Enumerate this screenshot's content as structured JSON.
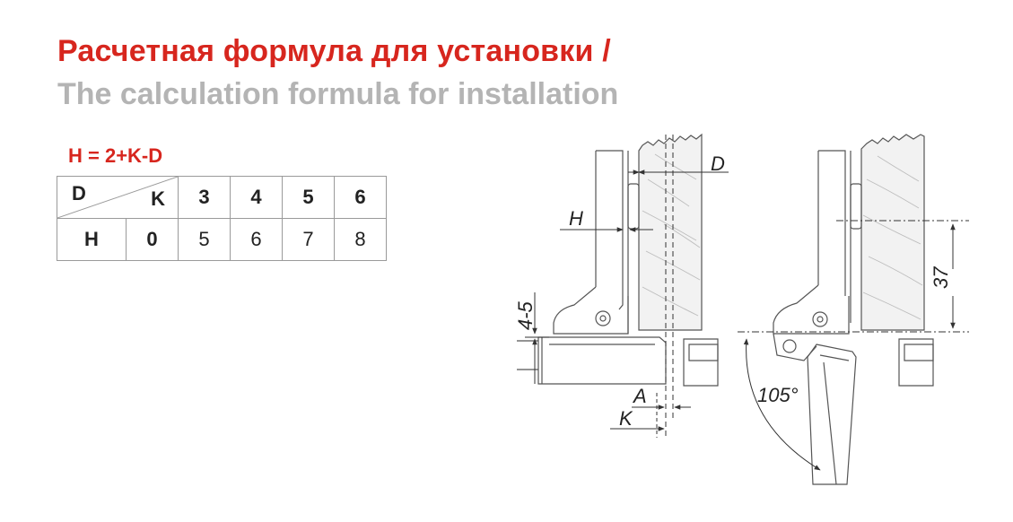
{
  "title": {
    "ru": "Расчетная формула для установки /",
    "en": "The calculation formula for installation"
  },
  "formula": "H = 2+K-D",
  "table": {
    "corner_row_label": "D",
    "corner_col_label": "K",
    "k_values": [
      "3",
      "4",
      "5",
      "6"
    ],
    "row_label": "H",
    "row_first": "0",
    "h_values": [
      "5",
      "6",
      "7",
      "8"
    ]
  },
  "diagram_labels": {
    "d": "D",
    "h": "H",
    "gap": "4-5",
    "a": "A",
    "k": "K",
    "angle": "105°",
    "depth": "37"
  },
  "colors": {
    "accent": "#d7261e",
    "subtitle": "#b4b4b4",
    "line": "#555555"
  }
}
